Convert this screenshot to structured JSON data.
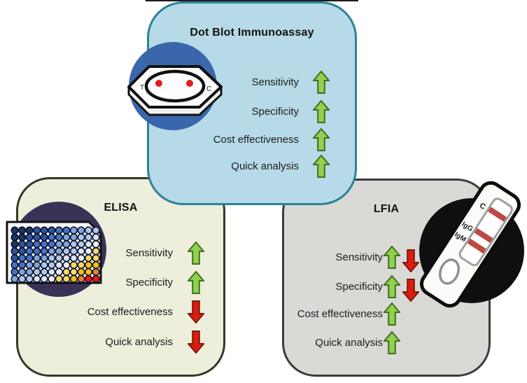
{
  "figure": {
    "panels": [
      {
        "id": "dot-blot",
        "title": "Dot Blot Immunoassay",
        "icon": "dot-blot-device-icon",
        "icon_markers": [
          "T",
          "C"
        ],
        "rows": [
          {
            "label": "Sensitivity",
            "arrows": [
              "up"
            ]
          },
          {
            "label": "Specificity",
            "arrows": [
              "up"
            ]
          },
          {
            "label": "Cost effectiveness",
            "arrows": [
              "up"
            ]
          },
          {
            "label": "Quick analysis",
            "arrows": [
              "up"
            ]
          }
        ]
      },
      {
        "id": "elisa",
        "title": "ELISA",
        "icon": "microplate-icon",
        "rows": [
          {
            "label": "Sensitivity",
            "arrows": [
              "up"
            ]
          },
          {
            "label": "Specificity",
            "arrows": [
              "up"
            ]
          },
          {
            "label": "Cost effectiveness",
            "arrows": [
              "down"
            ]
          },
          {
            "label": "Quick analysis",
            "arrows": [
              "down"
            ]
          }
        ]
      },
      {
        "id": "lfia",
        "title": "LFIA",
        "icon": "lateral-flow-cassette-icon",
        "strip_labels": [
          "C",
          "IgG",
          "IgM"
        ],
        "rows": [
          {
            "label": "Sensitivity",
            "arrows": [
              "up",
              "down"
            ]
          },
          {
            "label": "Specificity",
            "arrows": [
              "up",
              "down"
            ]
          },
          {
            "label": "Cost effectiveness",
            "arrows": [
              "up"
            ]
          },
          {
            "label": "Quick analysis",
            "arrows": [
              "up"
            ]
          }
        ]
      }
    ],
    "microplate": {
      "columns": 12,
      "rows": 8,
      "palette": [
        {
          "t": 0.14,
          "c": "#1b355f"
        },
        {
          "t": 0.27,
          "c": "#2a55a0"
        },
        {
          "t": 0.4,
          "c": "#4472c4"
        },
        {
          "t": 0.5,
          "c": "#7ea6d8"
        },
        {
          "t": 0.6,
          "c": "#aec8e8"
        },
        {
          "t": 0.67,
          "c": "#d8e4f2"
        },
        {
          "t": 0.72,
          "c": "#eef3fa"
        },
        {
          "t": 0.81,
          "c": "#ffd95c"
        },
        {
          "t": 0.9,
          "c": "#fec100"
        },
        {
          "t": 0.95,
          "c": "#ec7d2f"
        },
        {
          "t": 1.01,
          "c": "#fe1010"
        }
      ]
    },
    "colors": {
      "dot_blot_bg": "#b6dae7",
      "dot_blot_border": "#2d8299",
      "elisa_bg": "#edeedc",
      "elisa_border": "#373723",
      "lfia_bg": "#d9d9d6",
      "lfia_border": "#3b3b3b",
      "arrow_up_fill": "#92d050",
      "arrow_up_stroke": "#40701e",
      "arrow_down_fill": "#dd1c10",
      "arrow_down_stroke": "#7c1a0c",
      "dot_blot_circle": "#3a67ab",
      "elisa_circle": "#3b3157",
      "lfia_circle": "#0f0f0f",
      "blot_dot": "#e21d1d",
      "strip_line": "#bc4a42",
      "well_stroke": "#0e1430"
    }
  }
}
